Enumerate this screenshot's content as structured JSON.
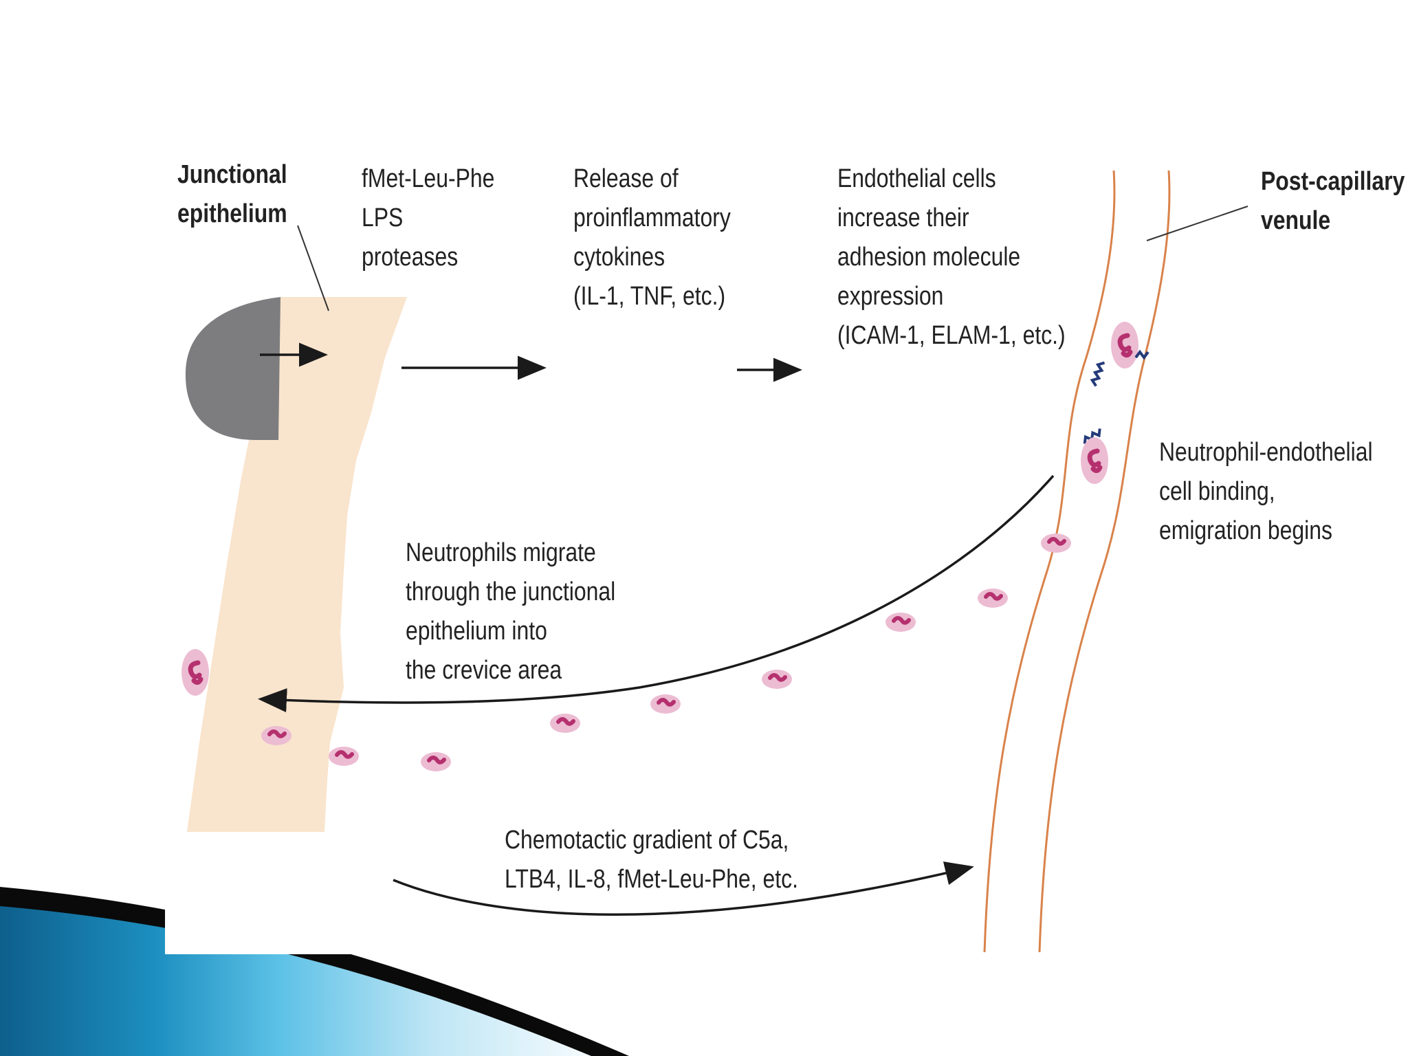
{
  "labels": {
    "junctional_epithelium": [
      "Junctional",
      "epithelium"
    ],
    "stimuli": [
      "fMet-Leu-Phe",
      "LPS",
      "proteases"
    ],
    "cytokine_release": [
      "Release of",
      "proinflammatory",
      "cytokines",
      "(IL-1, TNF, etc.)"
    ],
    "endothelial_cells": [
      "Endothelial cells",
      "increase their",
      "adhesion molecule",
      "expression",
      "(ICAM-1, ELAM-1, etc.)"
    ],
    "post_capillary_venule": [
      "Post-capillary",
      "venule"
    ],
    "neutrophil_binding": [
      "Neutrophil-endothelial",
      "cell binding,",
      "emigration begins"
    ],
    "neutrophil_migration": [
      "Neutrophils migrate",
      "through the junctional",
      "epithelium into",
      "the crevice area"
    ],
    "chemotactic_gradient": [
      "Chemotactic gradient of C5a,",
      "LTB4, IL-8, fMet-Leu-Phe, etc."
    ]
  },
  "colors": {
    "epithelium": "#f9e4cd",
    "plaque": "#7d7d7f",
    "vessel_wall": "#d9824a",
    "neutrophil_cytoplasm": "#ecbcd2",
    "neutrophil_nucleus": "#b5306e",
    "adhesion_molecule": "#243a7a",
    "arrow": "#1a1a1a",
    "slide_blue": "#1c8fc0"
  },
  "icons": {
    "plaque": "bacterial-plaque-shape",
    "neutrophil": "neutrophil-cell-shape",
    "adhesion": "adhesion-molecule-zigzag"
  }
}
